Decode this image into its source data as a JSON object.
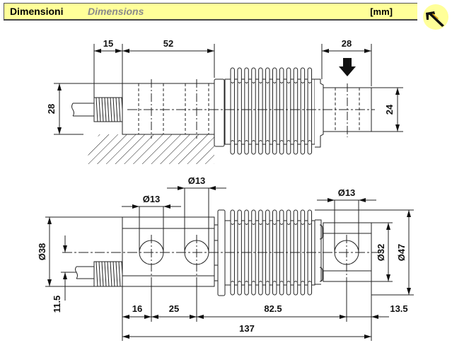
{
  "header": {
    "title_it": "Dimensioni",
    "title_en": "Dimensions",
    "units": "[mm]",
    "logo_icon": "caliper-icon",
    "accent_color": "#ffff99"
  },
  "top_view": {
    "dims": {
      "cable_nut_length": "15",
      "body_length": "52",
      "load_block_length": "28",
      "body_height": "28",
      "load_block_height": "24"
    },
    "load_arrow_icon": "down-arrow-icon"
  },
  "bottom_view": {
    "dims": {
      "hole1_dia": "Ø13",
      "hole2_dia": "Ø13",
      "hole3_dia": "Ø13",
      "body_dia": "Ø38",
      "cable_offset": "11.5",
      "load_block_dia": "Ø32",
      "bellows_dia": "Ø47",
      "hole1_pos": "16",
      "hole_spacing": "25",
      "load_hole_pos": "82.5",
      "end_offset": "13.5",
      "total_length": "137"
    }
  }
}
